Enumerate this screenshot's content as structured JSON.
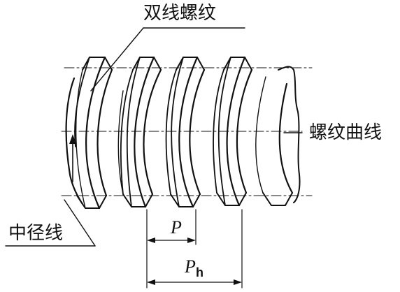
{
  "labels": {
    "double_thread": "双线螺纹",
    "helix": "螺纹曲线",
    "pitch_line": "中径线",
    "pitch": "P",
    "lead": "P",
    "lead_sub": "h"
  },
  "colors": {
    "ink": "#111111",
    "background": "#ffffff"
  }
}
